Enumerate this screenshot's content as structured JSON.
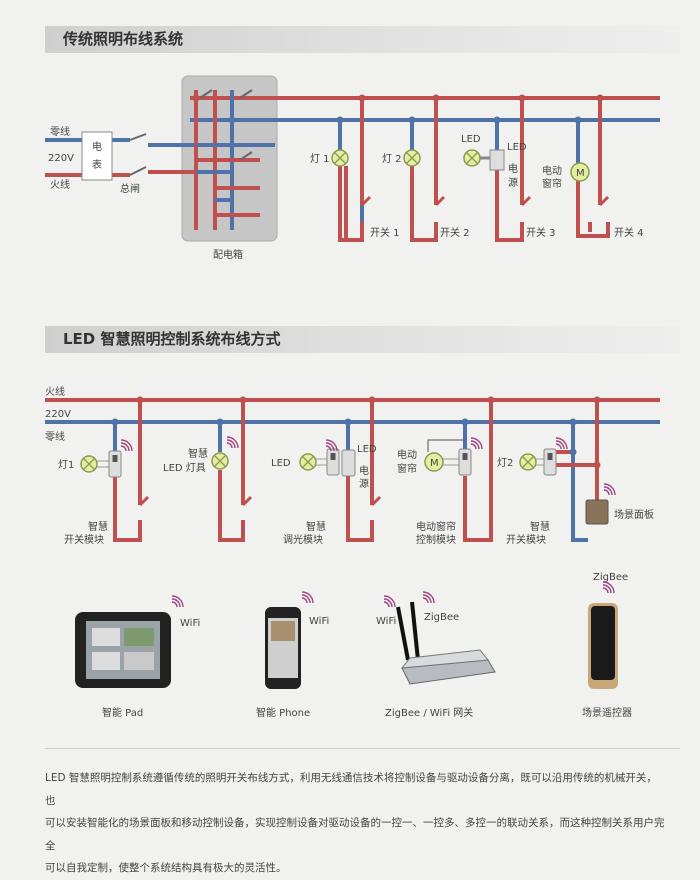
{
  "section1": {
    "title": "传统照明布线系统",
    "labels": {
      "neutral": "零线",
      "voltage": "220V",
      "live": "火线",
      "meter_1": "电",
      "meter_2": "表",
      "main_switch": "总闸",
      "dist_box": "配电箱",
      "lamp1": "灯 1",
      "lamp2": "灯 2",
      "led": "LED",
      "led_power": [
        "LED",
        "电",
        "源"
      ],
      "motor": "M",
      "curtain_1": "电动",
      "curtain_2": "窗帘",
      "switches": [
        "开关 1",
        "开关 2",
        "开关 3",
        "开关 4"
      ]
    }
  },
  "section2": {
    "title": "LED 智慧照明控制系统布线方式",
    "labels": {
      "live": "火线",
      "voltage": "220V",
      "neutral": "零线",
      "lamp1": "灯1",
      "smart_led_1": "智慧",
      "smart_led_2": "LED 灯具",
      "led": "LED",
      "led_power": [
        "LED",
        "电",
        "源"
      ],
      "curtain_1": "电动",
      "curtain_2": "窗帘",
      "motor": "M",
      "lamp2": "灯2",
      "switch_module_1": "智慧",
      "switch_module_2": "开关模块",
      "dimmer_module_1": "智慧",
      "dimmer_module_2": "调光模块",
      "curtain_module_1": "电动窗帘",
      "curtain_module_2": "控制模块",
      "switch_module2_1": "智慧",
      "switch_module2_2": "开关模块",
      "scene_panel": "场景面板"
    }
  },
  "devices": {
    "pad": {
      "label": "智能 Pad",
      "badge": "WiFi"
    },
    "phone": {
      "label": "智能 Phone",
      "badge": "WiFi"
    },
    "gateway": {
      "label": "ZigBee / WiFi 网关",
      "badge1": "WiFi",
      "badge2": "ZigBee"
    },
    "remote": {
      "label": "场景遥控器",
      "badge": "ZigBee"
    }
  },
  "paragraph": [
    "LED 智慧照明控制系统遵循传统的照明开关布线方式，利用无线通信技术将控制设备与驱动设备分离，既可以沿用传统的机械开关，也",
    "可以安装智能化的场景面板和移动控制设备，实现控制设备对驱动设备的一控一、一控多、多控一的联动关系，而这种控制关系用户完全",
    "可以自我定制，使整个系统结构具有极大的灵活性。"
  ],
  "colors": {
    "live": "#c0504d",
    "neutral": "#4f72a8",
    "lamp": "#e4eea0",
    "header": "#d4d4d4"
  }
}
